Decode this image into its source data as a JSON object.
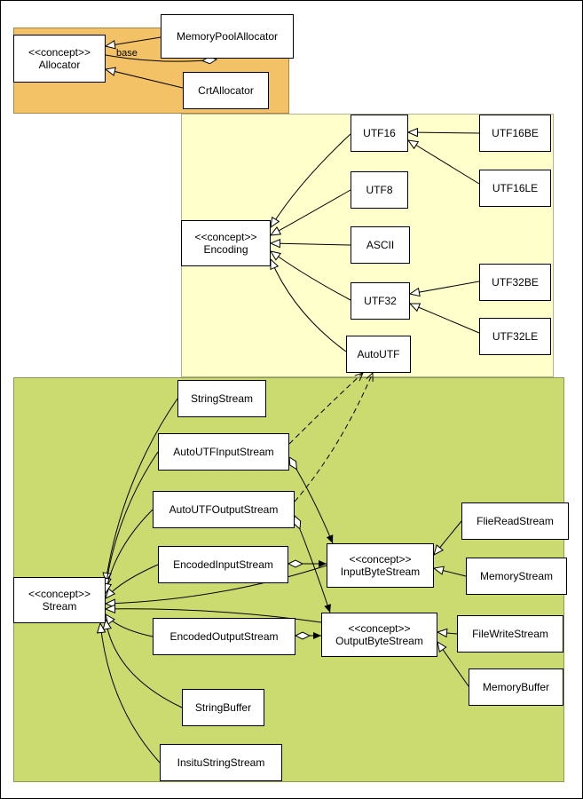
{
  "diagram": {
    "stereotype": "<<concept>>",
    "colors": {
      "allocator_region": "#F4C266",
      "encoding_region": "#FFFFCC",
      "stream_region": "#CBDB70",
      "node_fill": "#FFFFFF",
      "line": "#000000"
    },
    "nodes": {
      "allocator": {
        "label": "Allocator",
        "concept": true
      },
      "memory_pool_allocator": {
        "label": "MemoryPoolAllocator"
      },
      "crt_allocator": {
        "label": "CrtAllocator"
      },
      "utf16": {
        "label": "UTF16"
      },
      "utf16be": {
        "label": "UTF16BE"
      },
      "utf16le": {
        "label": "UTF16LE"
      },
      "utf8": {
        "label": "UTF8"
      },
      "encoding": {
        "label": "Encoding",
        "concept": true
      },
      "ascii": {
        "label": "ASCII"
      },
      "utf32": {
        "label": "UTF32"
      },
      "utf32be": {
        "label": "UTF32BE"
      },
      "utf32le": {
        "label": "UTF32LE"
      },
      "auto_utf": {
        "label": "AutoUTF"
      },
      "string_stream": {
        "label": "StringStream"
      },
      "auto_utf_input_stream": {
        "label": "AutoUTFInputStream"
      },
      "auto_utf_output_stream": {
        "label": "AutoUTFOutputStream"
      },
      "encoded_input_stream": {
        "label": "EncodedInputStream"
      },
      "stream": {
        "label": "Stream",
        "concept": true
      },
      "input_byte_stream": {
        "label": "InputByteStream",
        "concept": true
      },
      "flie_read_stream": {
        "label": "FlieReadStream"
      },
      "memory_stream": {
        "label": "MemoryStream"
      },
      "encoded_output_stream": {
        "label": "EncodedOutputStream"
      },
      "output_byte_stream": {
        "label": "OutputByteStream",
        "concept": true
      },
      "file_write_stream": {
        "label": "FileWriteStream"
      },
      "memory_buffer": {
        "label": "MemoryBuffer"
      },
      "string_buffer": {
        "label": "StringBuffer"
      },
      "insitu_string_stream": {
        "label": "InsituStringStream"
      }
    },
    "edges": [
      {
        "from": "MemoryPoolAllocator",
        "to": "Allocator",
        "type": "generalization"
      },
      {
        "from": "MemoryPoolAllocator",
        "to": "Allocator",
        "type": "aggregation",
        "label": "base"
      },
      {
        "from": "CrtAllocator",
        "to": "Allocator",
        "type": "generalization"
      },
      {
        "from": "UTF16",
        "to": "Encoding",
        "type": "generalization"
      },
      {
        "from": "UTF8",
        "to": "Encoding",
        "type": "generalization"
      },
      {
        "from": "ASCII",
        "to": "Encoding",
        "type": "generalization"
      },
      {
        "from": "UTF32",
        "to": "Encoding",
        "type": "generalization"
      },
      {
        "from": "AutoUTF",
        "to": "Encoding",
        "type": "generalization"
      },
      {
        "from": "UTF16BE",
        "to": "UTF16",
        "type": "generalization"
      },
      {
        "from": "UTF16LE",
        "to": "UTF16",
        "type": "generalization"
      },
      {
        "from": "UTF32BE",
        "to": "UTF32",
        "type": "generalization"
      },
      {
        "from": "UTF32LE",
        "to": "UTF32",
        "type": "generalization"
      },
      {
        "from": "StringStream",
        "to": "Stream",
        "type": "generalization"
      },
      {
        "from": "AutoUTFInputStream",
        "to": "Stream",
        "type": "generalization"
      },
      {
        "from": "AutoUTFOutputStream",
        "to": "Stream",
        "type": "generalization"
      },
      {
        "from": "EncodedInputStream",
        "to": "Stream",
        "type": "generalization"
      },
      {
        "from": "InputByteStream",
        "to": "Stream",
        "type": "generalization"
      },
      {
        "from": "OutputByteStream",
        "to": "Stream",
        "type": "generalization"
      },
      {
        "from": "EncodedOutputStream",
        "to": "Stream",
        "type": "generalization"
      },
      {
        "from": "StringBuffer",
        "to": "Stream",
        "type": "generalization"
      },
      {
        "from": "InsituStringStream",
        "to": "Stream",
        "type": "generalization"
      },
      {
        "from": "FlieReadStream",
        "to": "InputByteStream",
        "type": "generalization"
      },
      {
        "from": "MemoryStream",
        "to": "InputByteStream",
        "type": "generalization"
      },
      {
        "from": "FileWriteStream",
        "to": "OutputByteStream",
        "type": "generalization"
      },
      {
        "from": "MemoryBuffer",
        "to": "OutputByteStream",
        "type": "generalization"
      },
      {
        "from": "EncodedInputStream",
        "to": "InputByteStream",
        "type": "aggregation"
      },
      {
        "from": "EncodedOutputStream",
        "to": "OutputByteStream",
        "type": "aggregation"
      },
      {
        "from": "AutoUTFInputStream",
        "to": "InputByteStream",
        "type": "aggregation"
      },
      {
        "from": "AutoUTFOutputStream",
        "to": "OutputByteStream",
        "type": "aggregation"
      },
      {
        "from": "AutoUTFInputStream",
        "to": "AutoUTF",
        "type": "dependency"
      },
      {
        "from": "AutoUTFOutputStream",
        "to": "AutoUTF",
        "type": "dependency"
      }
    ]
  }
}
